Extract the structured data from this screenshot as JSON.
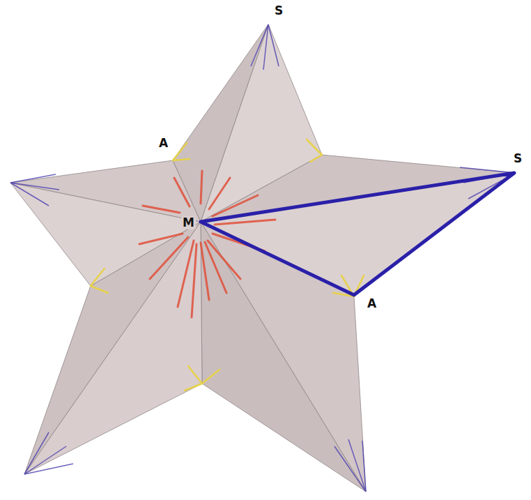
{
  "diagram": {
    "labels": [
      "S",
      "A",
      "S",
      "M",
      "A"
    ]
  }
}
